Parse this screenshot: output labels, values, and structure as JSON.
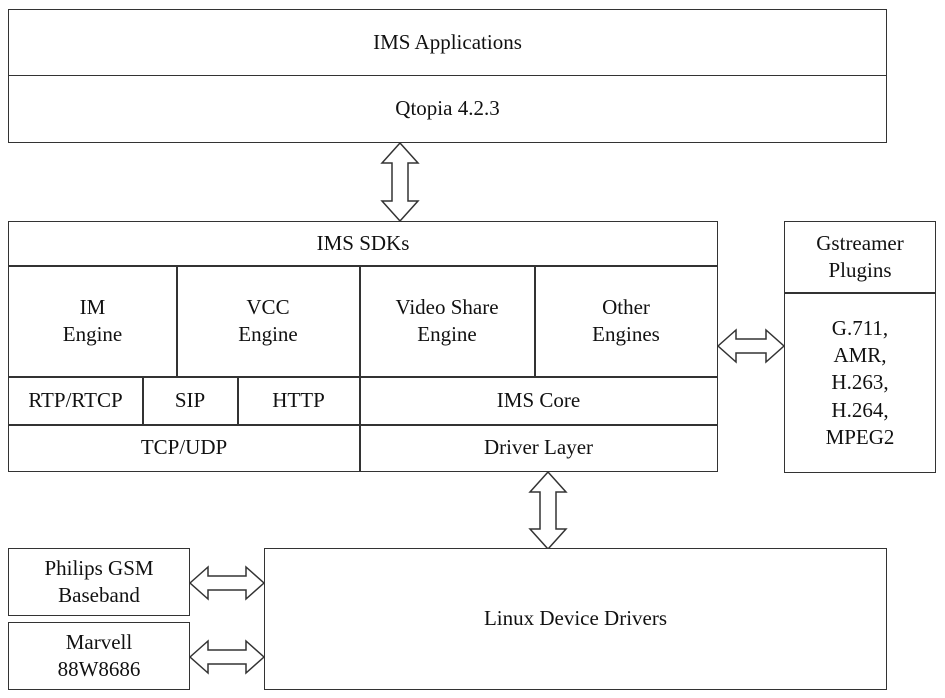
{
  "top": {
    "applications": "IMS Applications",
    "qtopia": "Qtopia 4.2.3"
  },
  "sdk": {
    "title": "IMS SDKs",
    "engines": [
      "IM\nEngine",
      "VCC\nEngine",
      "Video Share\nEngine",
      "Other\nEngines"
    ],
    "protocols": [
      "RTP/RTCP",
      "SIP",
      "HTTP"
    ],
    "ims_core": "IMS Core",
    "tcp_udp": "TCP/UDP",
    "driver_layer": "Driver Layer"
  },
  "gstreamer": {
    "title": "Gstreamer\nPlugins",
    "codecs": "G.711,\nAMR,\nH.263,\nH.264,\nMPEG2"
  },
  "drivers": {
    "linux": "Linux Device Drivers",
    "philips": "Philips GSM\nBaseband",
    "marvell": "Marvell\n88W8686"
  }
}
